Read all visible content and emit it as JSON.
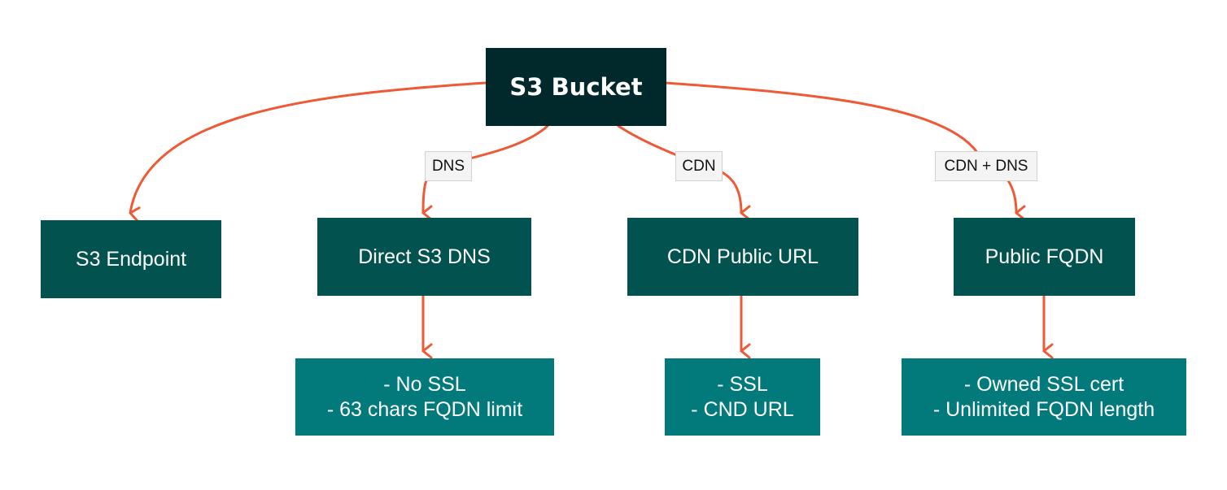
{
  "colors": {
    "root_fill": "#01292b",
    "node_fill": "#02534f",
    "detail_fill": "#027a7b",
    "connector": "#ef5a36",
    "label_fill": "#f4f4f4",
    "text": "#ffffff"
  },
  "diagram": {
    "root": {
      "label": "S3 Bucket"
    },
    "nodes": [
      {
        "id": "s3-endpoint",
        "label": "S3 Endpoint",
        "edge_label": ""
      },
      {
        "id": "direct-s3-dns",
        "label": "Direct S3 DNS",
        "edge_label": "DNS"
      },
      {
        "id": "cdn-public-url",
        "label": "CDN Public URL",
        "edge_label": "CDN"
      },
      {
        "id": "public-fqdn",
        "label": "Public FQDN",
        "edge_label": "CDN + DNS"
      }
    ],
    "details": [
      {
        "parent": "direct-s3-dns",
        "lines": [
          "- No SSL",
          "- 63 chars FQDN limit"
        ]
      },
      {
        "parent": "cdn-public-url",
        "lines": [
          "- SSL",
          "- CND URL"
        ]
      },
      {
        "parent": "public-fqdn",
        "lines": [
          "- Owned SSL cert",
          "- Unlimited FQDN length"
        ]
      }
    ]
  }
}
